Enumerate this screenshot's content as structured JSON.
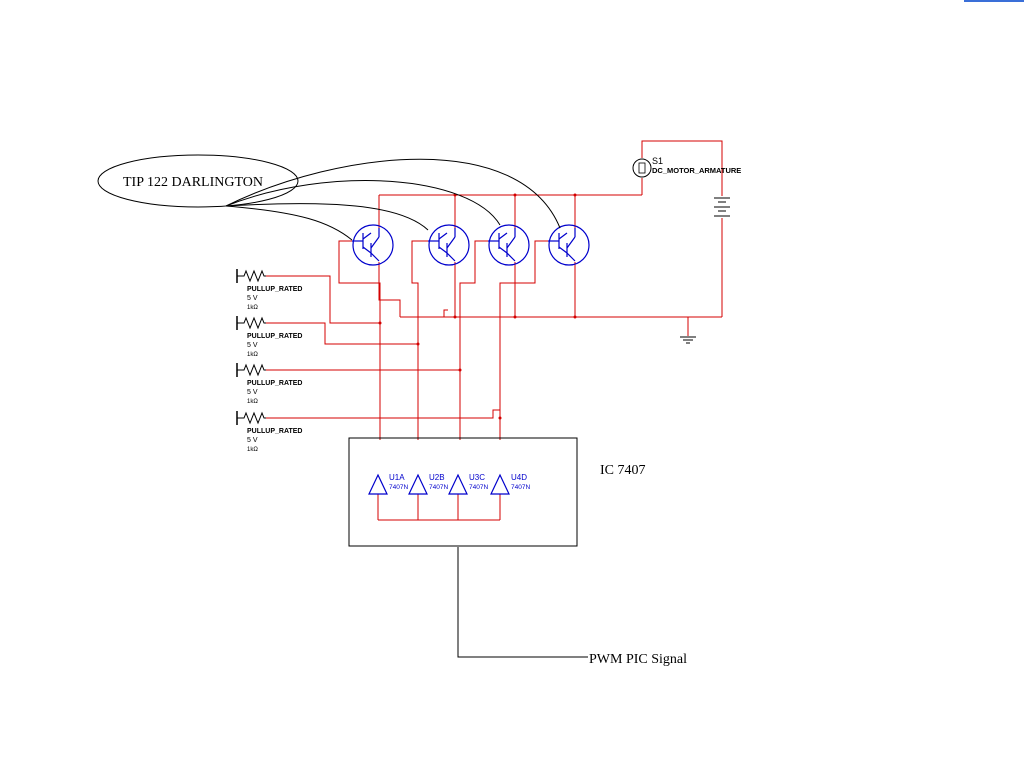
{
  "title_callout": "TIP 122 DARLINGTON",
  "ic_label": "IC 7407",
  "signal_label": "PWM PIC Signal",
  "motor": {
    "ref": "S1",
    "name": "DC_MOTOR_ARMATURE"
  },
  "pullups": [
    {
      "name": "PULLUP_RATED",
      "voltage": "5 V",
      "value": "1kΩ"
    },
    {
      "name": "PULLUP_RATED",
      "voltage": "5 V",
      "value": "1kΩ"
    },
    {
      "name": "PULLUP_RATED",
      "voltage": "5 V",
      "value": "1kΩ"
    },
    {
      "name": "PULLUP_RATED",
      "voltage": "5 V",
      "value": "1kΩ"
    }
  ],
  "buffers": [
    {
      "ref": "U1A",
      "part": "7407N"
    },
    {
      "ref": "U2B",
      "part": "7407N"
    },
    {
      "ref": "U3C",
      "part": "7407N"
    },
    {
      "ref": "U4D",
      "part": "7407N"
    }
  ],
  "colors": {
    "wire": "#d40000",
    "component": "#0000cc",
    "outline": "#000000",
    "accent": "#3a6fd8"
  }
}
